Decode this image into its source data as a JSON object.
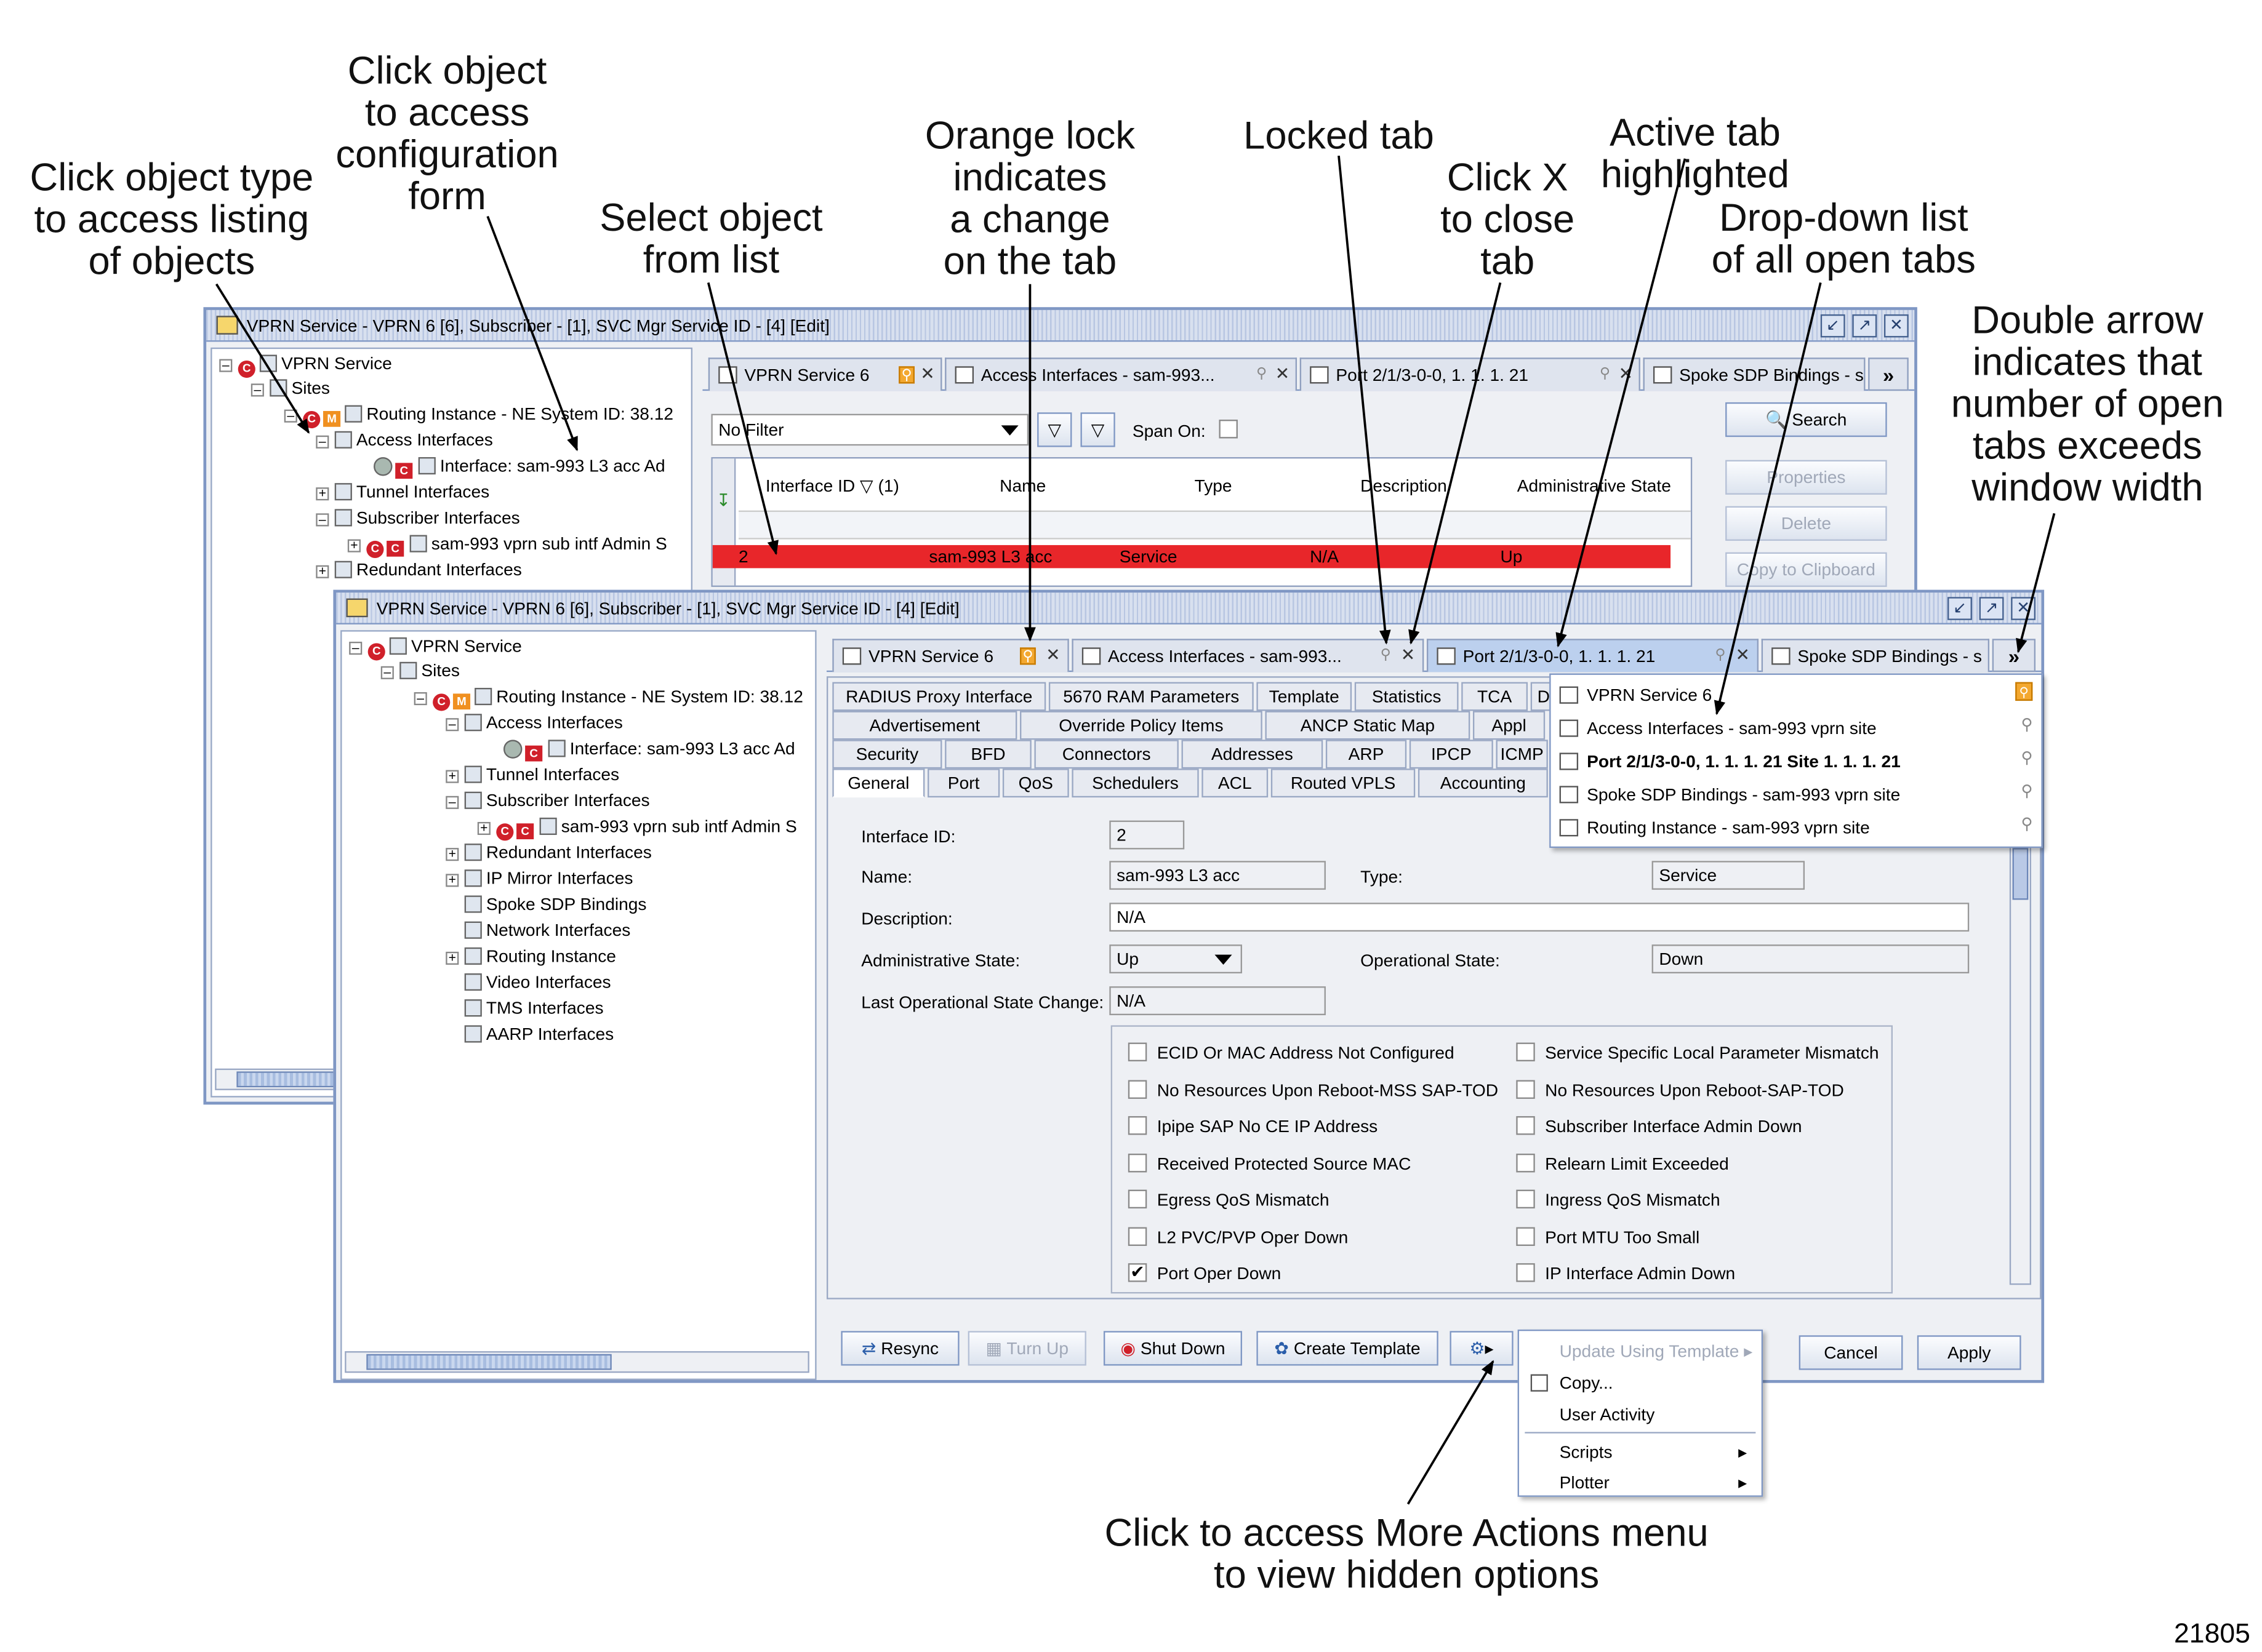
{
  "back_window": {
    "title": "VPRN Service - VPRN 6 [6], Subscriber - [1], SVC Mgr Service ID - [4] [Edit]",
    "tree": [
      "VPRN Service",
      "Sites",
      "Routing Instance - NE System ID: 38.12",
      "Access Interfaces",
      "Interface: sam-993 L3 acc Ad",
      "Tunnel Interfaces",
      "Subscriber Interfaces",
      "sam-993 vprn sub intf Admin S",
      "Redundant Interfaces"
    ],
    "tabs": [
      "VPRN Service 6",
      "Access Interfaces - sam-993...",
      "Port 2/1/3-0-0, 1. 1. 1. 21",
      "Spoke SDP Bindings - s"
    ],
    "filter": "No Filter",
    "span_on": "Span On:",
    "columns": [
      "Interface ID ▽ (1)",
      "Name",
      "Type",
      "Description",
      "Administrative State"
    ],
    "row": [
      "2",
      "sam-993 L3 acc",
      "Service",
      "N/A",
      "Up"
    ],
    "buttons": [
      "Search",
      "Properties",
      "Delete",
      "Copy to Clipboard"
    ]
  },
  "front_window": {
    "title": "VPRN Service - VPRN 6 [6], Subscriber - [1], SVC Mgr Service ID - [4] [Edit]",
    "tree": [
      "VPRN Service",
      "Sites",
      "Routing Instance - NE System ID: 38.12",
      "Access Interfaces",
      "Interface: sam-993 L3 acc Ad",
      "Tunnel Interfaces",
      "Subscriber Interfaces",
      "sam-993 vprn sub intf Admin S",
      "Redundant Interfaces",
      "IP Mirror Interfaces",
      "Spoke SDP Bindings",
      "Network Interfaces",
      "Routing Instance",
      "Video Interfaces",
      "TMS Interfaces",
      "AARP Interfaces"
    ],
    "tabs": [
      "VPRN Service 6",
      "Access Interfaces - sam-993...",
      "Port 2/1/3-0-0, 1. 1. 1. 21",
      "Spoke SDP Bindings - s"
    ],
    "subtabs_row1": [
      "RADIUS Proxy Interface",
      "5670 RAM Parameters",
      "Template",
      "Statistics",
      "TCA",
      "D"
    ],
    "subtabs_row2": [
      "Advertisement",
      "Override Policy Items",
      "ANCP Static Map",
      "Appl"
    ],
    "subtabs_row3": [
      "Security",
      "BFD",
      "Connectors",
      "Addresses",
      "ARP",
      "IPCP",
      "ICMP"
    ],
    "subtabs_row4": [
      "General",
      "Port",
      "QoS",
      "Schedulers",
      "ACL",
      "Routed VPLS",
      "Accounting"
    ],
    "form": {
      "interface_id_label": "Interface ID:",
      "interface_id": "2",
      "name_label": "Name:",
      "name": "sam-993 L3 acc",
      "type_label": "Type:",
      "type": "Service",
      "description_label": "Description:",
      "description": "N/A",
      "admin_state_label": "Administrative State:",
      "admin_state": "Up",
      "oper_state_label": "Operational State:",
      "oper_state": "Down",
      "last_change_label": "Last Operational State Change:",
      "last_change": "N/A"
    },
    "flags_left": [
      {
        "label": "ECID Or MAC Address Not Configured",
        "checked": false
      },
      {
        "label": "No Resources Upon Reboot-MSS SAP-TOD",
        "checked": false
      },
      {
        "label": "Ipipe SAP No CE IP Address",
        "checked": false
      },
      {
        "label": "Received Protected Source MAC",
        "checked": false
      },
      {
        "label": "Egress QoS Mismatch",
        "checked": false
      },
      {
        "label": "L2 PVC/PVP Oper Down",
        "checked": false
      },
      {
        "label": "Port Oper Down",
        "checked": true
      }
    ],
    "flags_right": [
      {
        "label": "Service Specific Local Parameter Mismatch",
        "checked": false
      },
      {
        "label": "No Resources Upon Reboot-SAP-TOD",
        "checked": false
      },
      {
        "label": "Subscriber Interface Admin Down",
        "checked": false
      },
      {
        "label": "Relearn Limit Exceeded",
        "checked": false
      },
      {
        "label": "Ingress QoS Mismatch",
        "checked": false
      },
      {
        "label": "Port MTU Too Small",
        "checked": false
      },
      {
        "label": "IP Interface Admin Down",
        "checked": false
      }
    ],
    "buttons": [
      "Resync",
      "Turn Up",
      "Shut Down",
      "Create Template",
      "Cancel",
      "Apply"
    ],
    "open_tabs_list": [
      "VPRN Service 6",
      "Access Interfaces - sam-993 vprn site",
      "Port 2/1/3-0-0, 1. 1. 1. 21 Site 1. 1. 1. 21",
      "Spoke SDP Bindings - sam-993 vprn site",
      "Routing Instance - sam-993 vprn site"
    ],
    "more_actions_menu": [
      "Update Using Template",
      "Copy...",
      "User Activity",
      "Scripts",
      "Plotter"
    ]
  },
  "annotations": {
    "object_type": "Click object type\nto access listing\nof objects",
    "config_form": "Click object\nto access\nconfiguration\nform",
    "select_object": "Select object\nfrom list",
    "orange_lock": "Orange lock\nindicates\na change\non the tab",
    "locked_tab": "Locked tab",
    "close_tab": "Click X\nto close\ntab",
    "active_tab": "Active tab\nhighlighted",
    "dropdown_list": "Drop-down list\nof all open tabs",
    "double_arrow": "Double arrow\nindicates that\nnumber of open\ntabs exceeds\nwindow width",
    "more_actions": "Click to access More Actions menu\nto view hidden options"
  },
  "figure_id": "21805",
  "colors": {
    "selected_row": "#e8262a",
    "window_border": "#7f97c4",
    "lock_orange": "#f3a830",
    "active_tab": "#bcd0ee"
  }
}
